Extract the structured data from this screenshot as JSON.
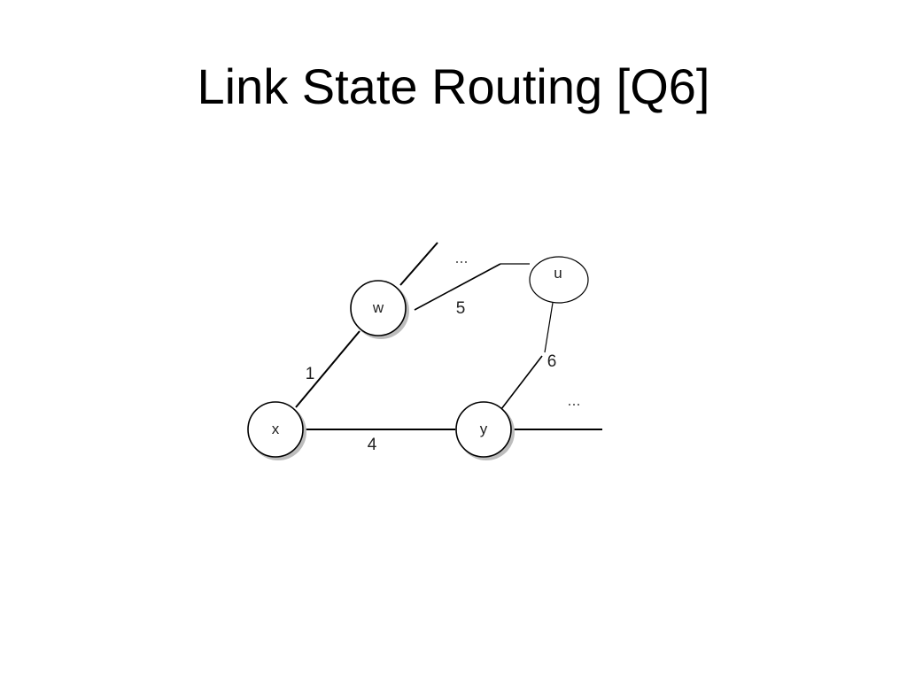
{
  "slide": {
    "title": "Link State Routing [Q6]"
  },
  "diagram": {
    "nodes": {
      "w": "w",
      "x": "x",
      "y": "y",
      "u": "u"
    },
    "weights": {
      "w_x": "1",
      "x_y": "4",
      "w_u": "5",
      "u_y": "6"
    },
    "ellipsis": "..."
  }
}
